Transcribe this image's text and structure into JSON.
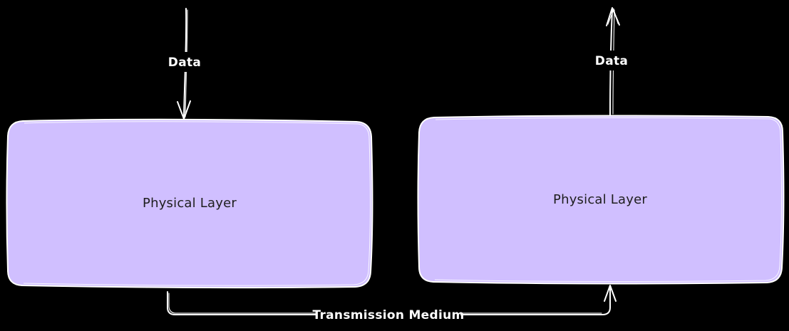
{
  "colors": {
    "background": "#000000",
    "box_fill": "#d0bfff",
    "stroke": "#ffffff",
    "box_text": "#1e1e1e",
    "edge_text": "#ffffff"
  },
  "nodes": {
    "sender": {
      "label": "Physical Layer"
    },
    "receiver": {
      "label": "Physical Layer"
    }
  },
  "edges": {
    "input": {
      "label": "Data"
    },
    "output": {
      "label": "Data"
    },
    "medium": {
      "label": "Transmission Medium"
    }
  }
}
